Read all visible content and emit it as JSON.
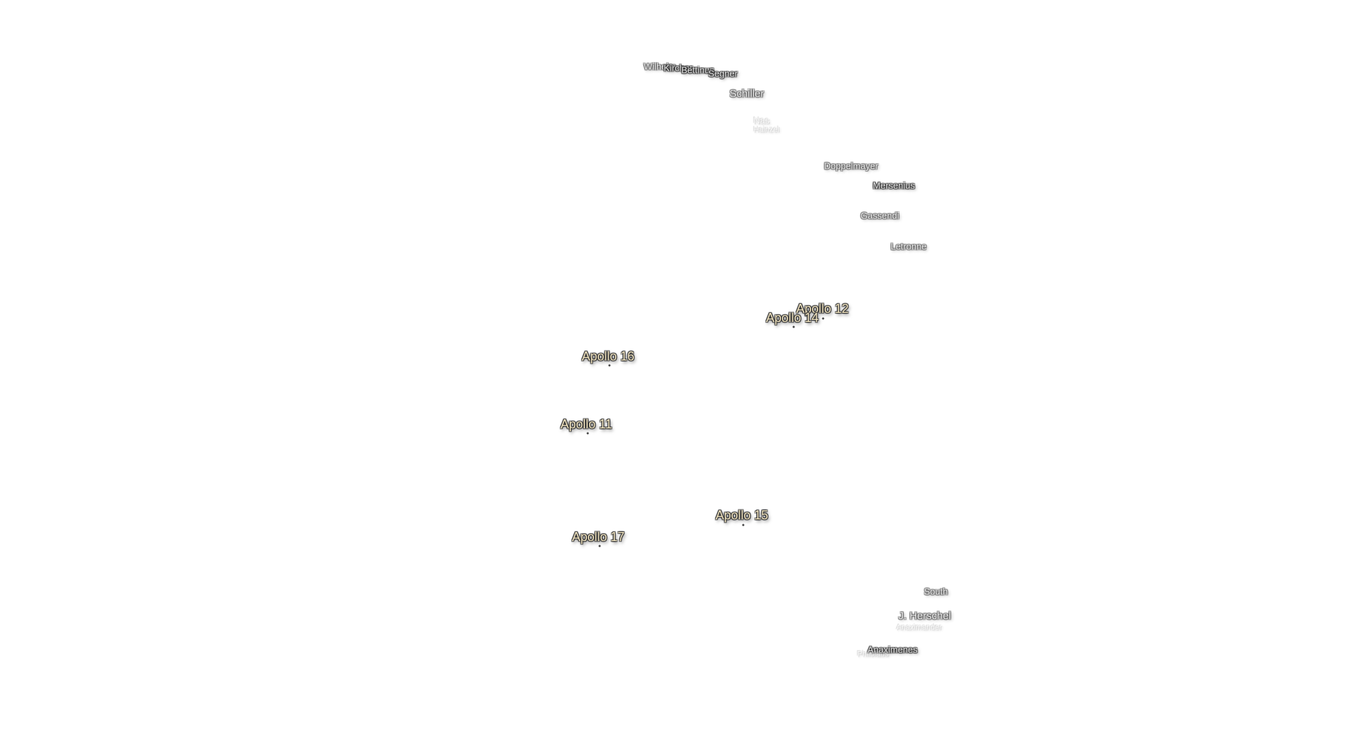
{
  "craters": {
    "wilhelm": "Wilhelm",
    "kircher": "Kircher",
    "bettinus": "Bettinus",
    "segner": "Segner",
    "schiller": "Schiller",
    "nasmyth": "Nas",
    "hainzel": "Hainzel",
    "doppelmayer": "Doppelmayer",
    "mersenius": "Mersenius",
    "gassendi": "Gassendi",
    "letronne": "Letronne",
    "south": "South",
    "j_herschel": "J. Herschel",
    "anaximander": "Anaximander",
    "anaximenes": "Anaximenes",
    "philolaus": "Philolaus"
  },
  "landing_sites": {
    "apollo_11": "Apollo 11",
    "apollo_12": "Apollo 12",
    "apollo_14": "Apollo 14",
    "apollo_15": "Apollo 15",
    "apollo_16": "Apollo 16",
    "apollo_17": "Apollo 17"
  },
  "colors": {
    "background": "#ffffff",
    "apollo_label": "#f3e6c2",
    "crater_label": "#e6e6e6"
  }
}
